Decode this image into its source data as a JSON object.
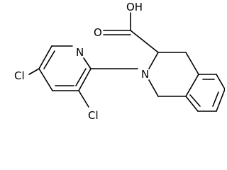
{
  "molecule": {
    "atom_labels": {
      "hydroxyl": "OH",
      "carbonyl_oxygen": "O",
      "pyridine_nitrogen": "N",
      "ring_nitrogen": "N",
      "chlorine_left": "Cl",
      "chlorine_bottom": "Cl"
    }
  }
}
